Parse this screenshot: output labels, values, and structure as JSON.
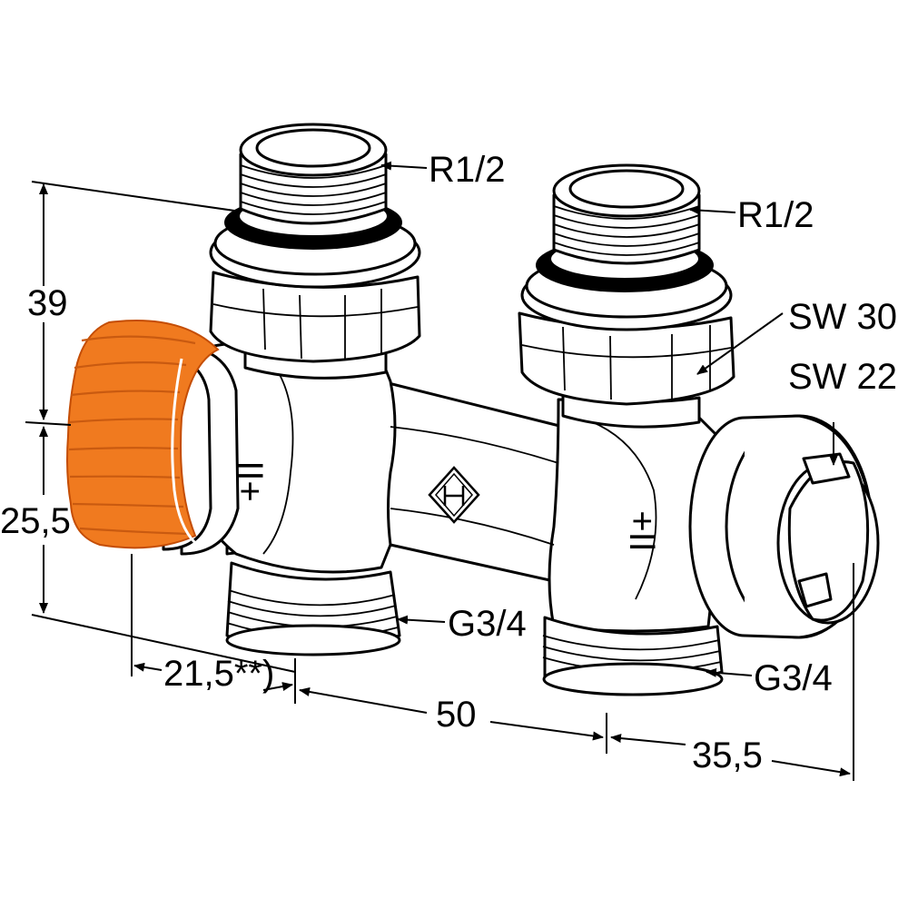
{
  "labels": {
    "top_left_thread": "R1/2",
    "top_right_thread": "R1/2",
    "wrench_size_nut": "SW 30",
    "wrench_size_cap": "SW 22",
    "bottom_left_thread": "G3/4",
    "bottom_right_thread": "G3/4",
    "body_marking_left": "II+",
    "body_marking_right": "+II"
  },
  "dimensions": {
    "height_upper": "39",
    "height_lower": "25,5",
    "offset_left": "21,5**)",
    "spacing": "50",
    "offset_right": "35,5"
  },
  "colors": {
    "handwheel": "#f07a1f",
    "handwheel_ribs": "#c95a10",
    "outline": "#000000",
    "body": "#ffffff"
  },
  "icons": {
    "logo": "heimeier-diamond-logo-icon"
  }
}
